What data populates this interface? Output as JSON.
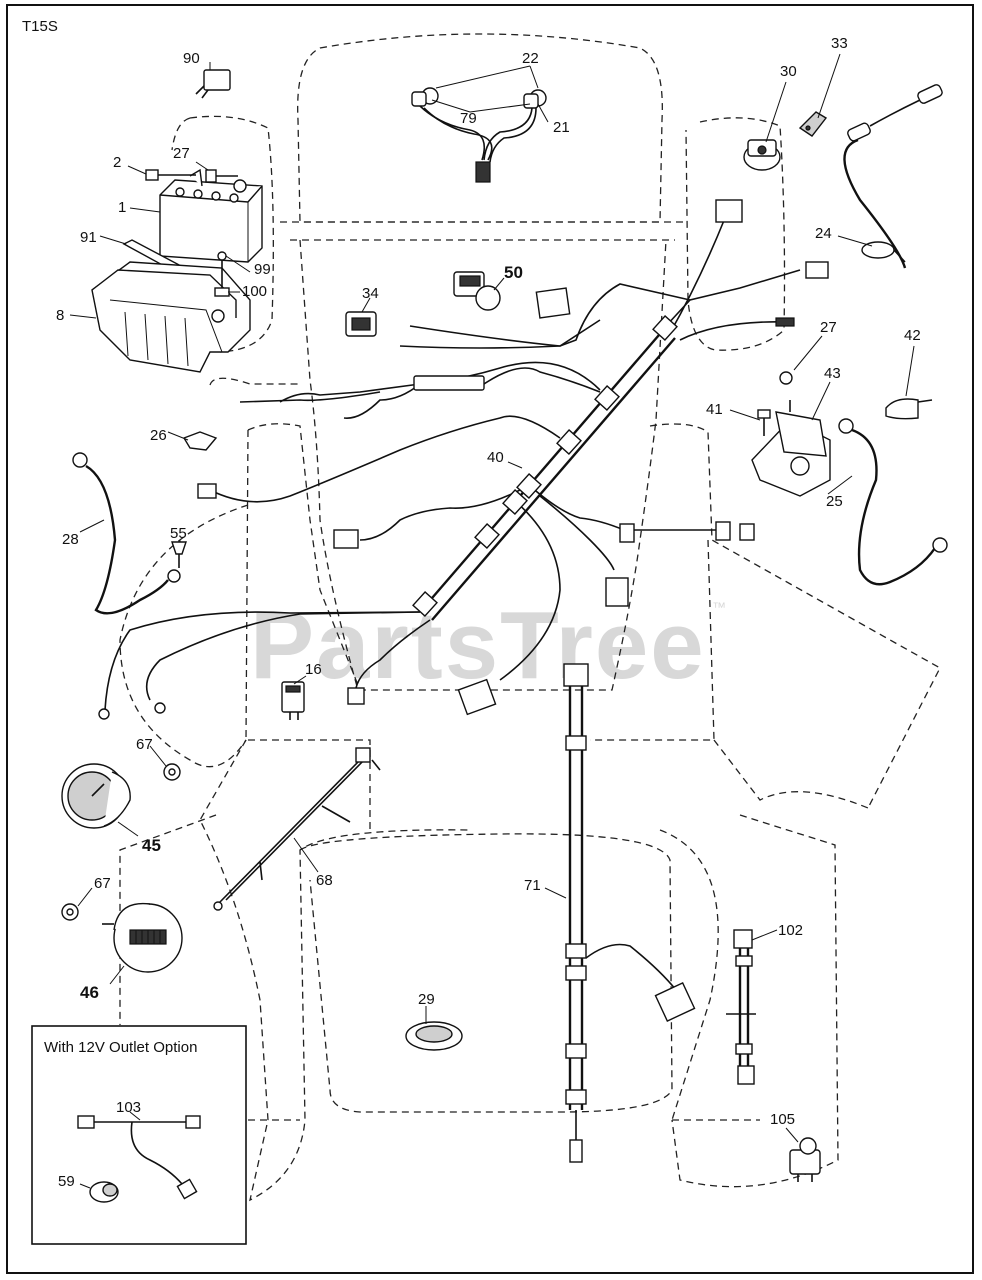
{
  "diagram": {
    "code": "T15S",
    "watermark": "PartsTree",
    "watermark_mark": "™",
    "inset_title": "With 12V Outlet Option",
    "callouts": [
      {
        "id": "90",
        "label": "90"
      },
      {
        "id": "22",
        "label": "22"
      },
      {
        "id": "79",
        "label": "79"
      },
      {
        "id": "21",
        "label": "21"
      },
      {
        "id": "30",
        "label": "30"
      },
      {
        "id": "33",
        "label": "33"
      },
      {
        "id": "2",
        "label": "2"
      },
      {
        "id": "27a",
        "label": "27"
      },
      {
        "id": "1",
        "label": "1"
      },
      {
        "id": "91",
        "label": "91"
      },
      {
        "id": "99",
        "label": "99"
      },
      {
        "id": "100",
        "label": "100"
      },
      {
        "id": "8",
        "label": "8"
      },
      {
        "id": "34",
        "label": "34"
      },
      {
        "id": "50",
        "label": "50"
      },
      {
        "id": "24",
        "label": "24"
      },
      {
        "id": "27b",
        "label": "27"
      },
      {
        "id": "42",
        "label": "42"
      },
      {
        "id": "43",
        "label": "43"
      },
      {
        "id": "41",
        "label": "41"
      },
      {
        "id": "25",
        "label": "25"
      },
      {
        "id": "26",
        "label": "26"
      },
      {
        "id": "40",
        "label": "40"
      },
      {
        "id": "28",
        "label": "28"
      },
      {
        "id": "55",
        "label": "55"
      },
      {
        "id": "16",
        "label": "16"
      },
      {
        "id": "67a",
        "label": "67"
      },
      {
        "id": "45",
        "label": "45"
      },
      {
        "id": "68",
        "label": "68"
      },
      {
        "id": "67b",
        "label": "67"
      },
      {
        "id": "46",
        "label": "46"
      },
      {
        "id": "71",
        "label": "71"
      },
      {
        "id": "102",
        "label": "102"
      },
      {
        "id": "29",
        "label": "29"
      },
      {
        "id": "103",
        "label": "103"
      },
      {
        "id": "59",
        "label": "59"
      },
      {
        "id": "105",
        "label": "105"
      }
    ]
  }
}
